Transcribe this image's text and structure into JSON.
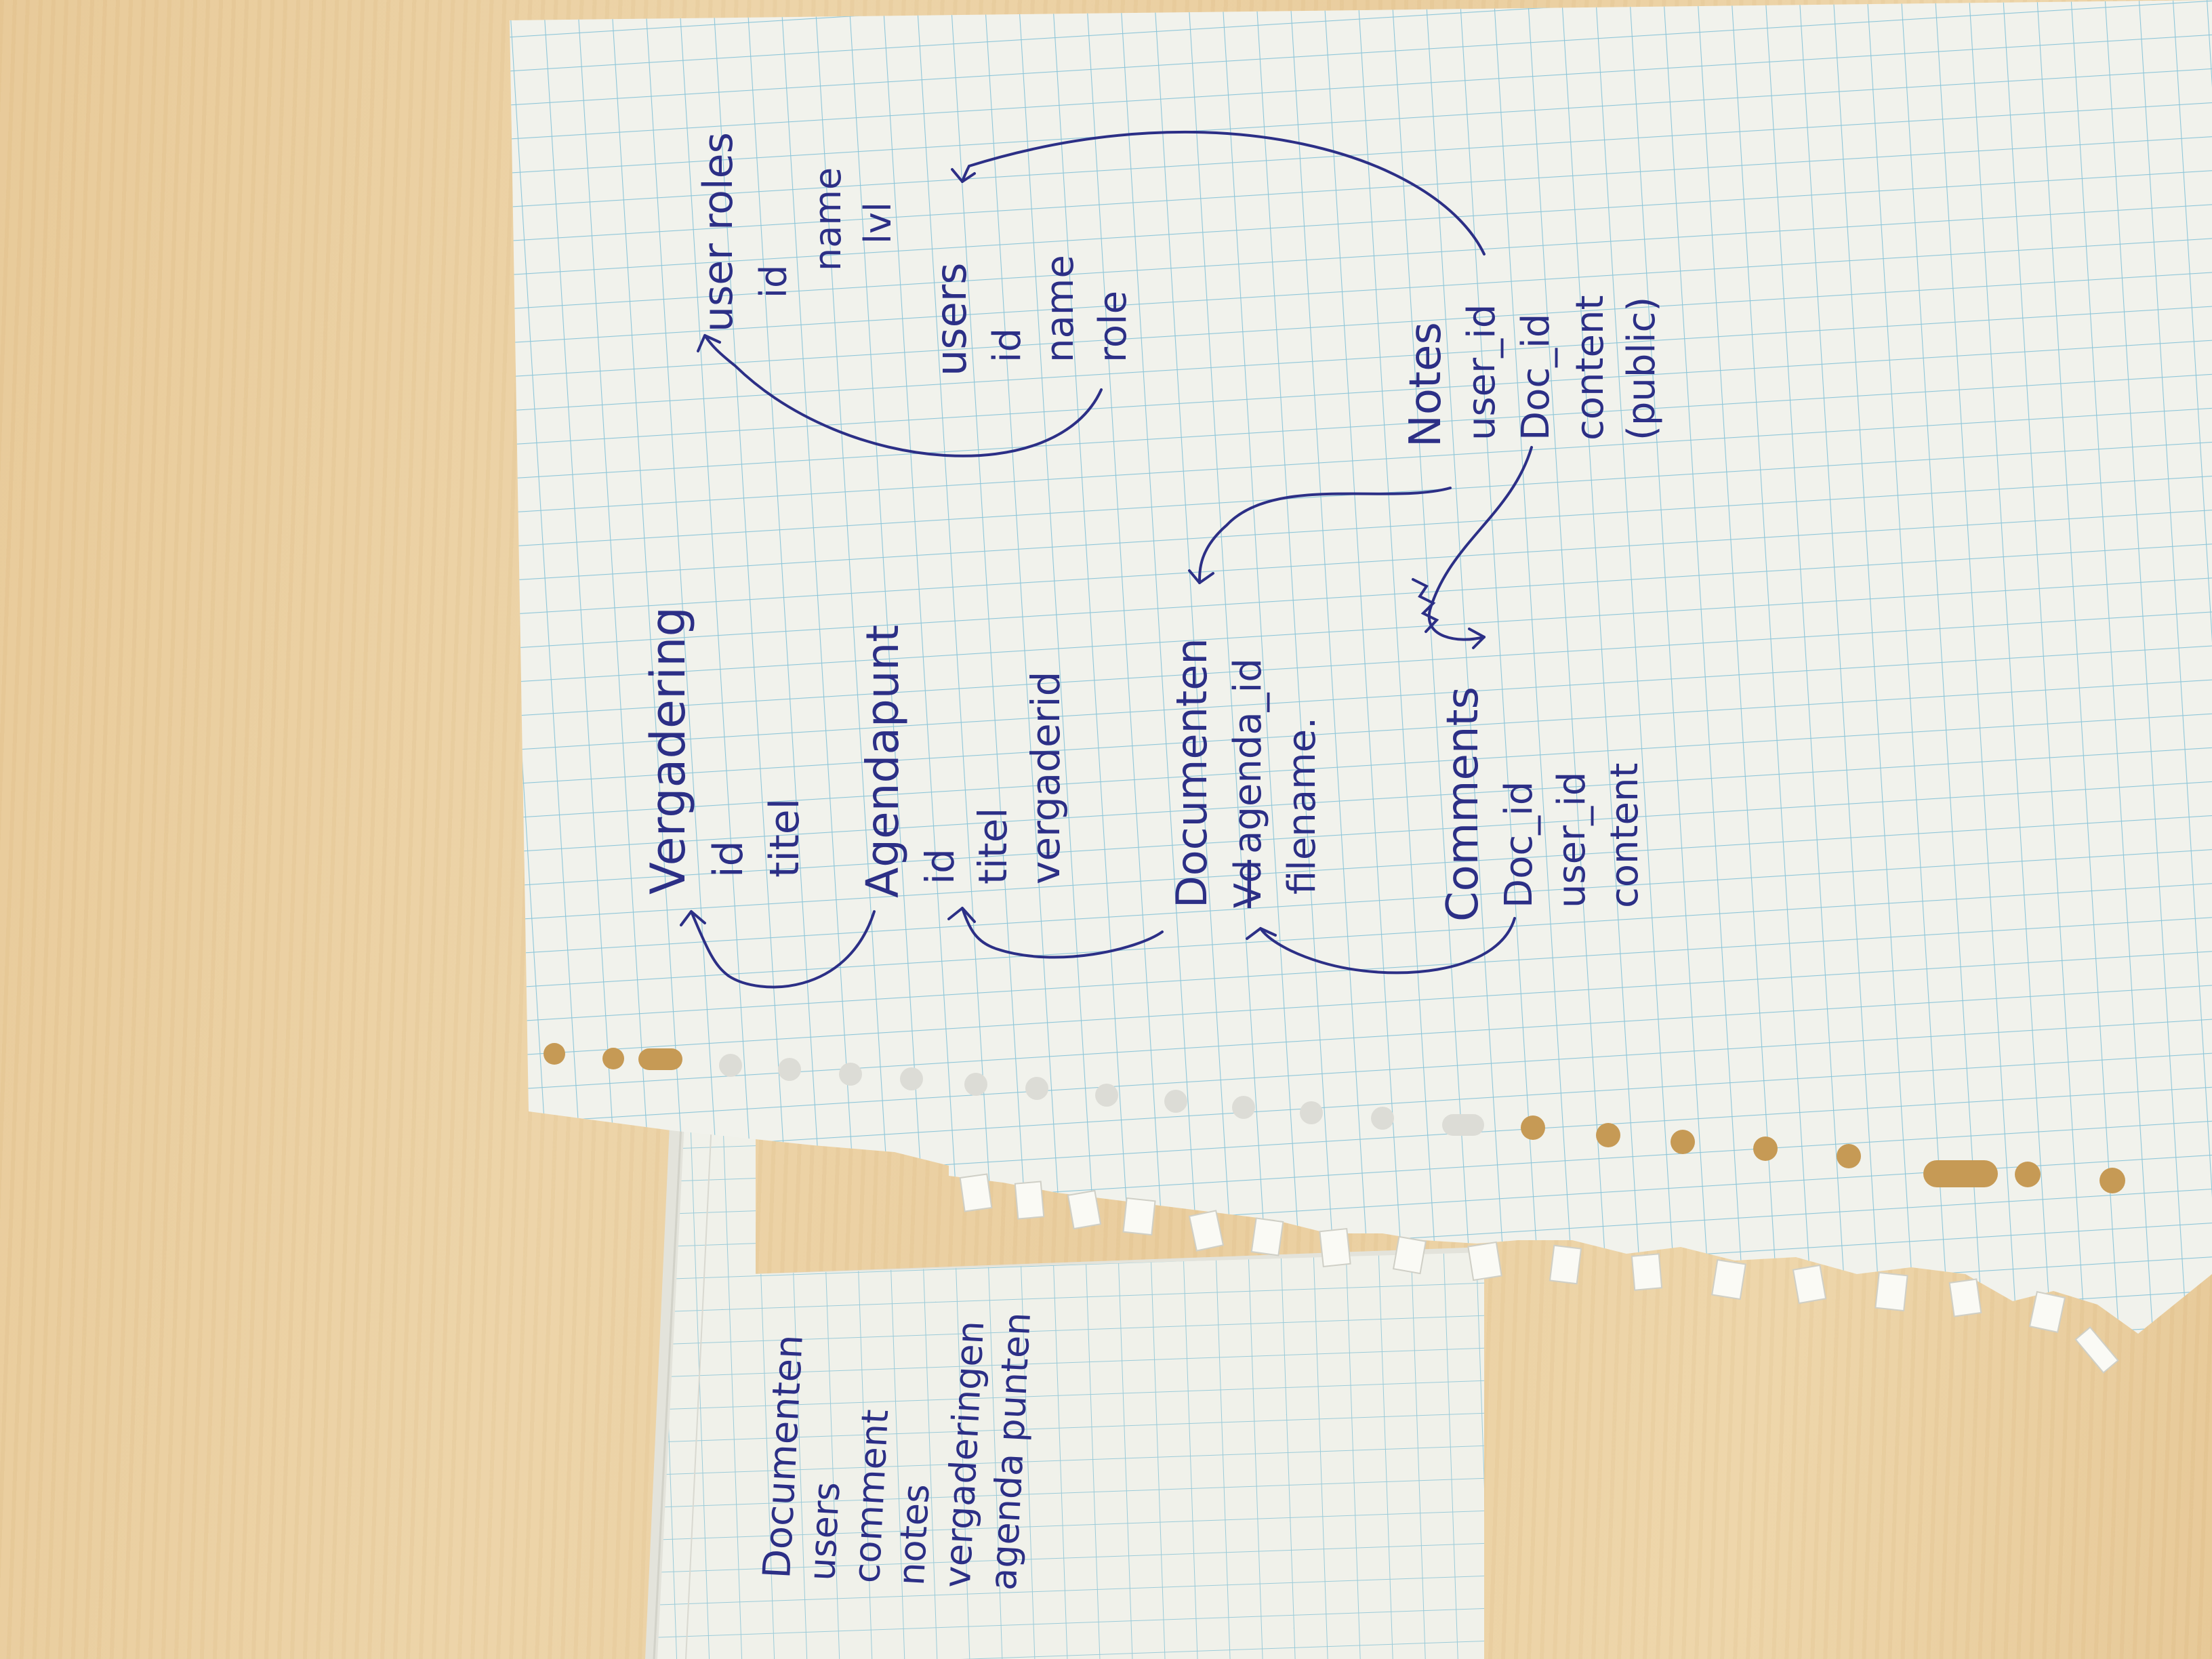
{
  "image": {
    "description": "",
    "colors": {
      "desk": "#eacf9f",
      "paper": "#f1f2ec",
      "grid": "#8fc6d8",
      "ink": "#2c2f86",
      "hole_desk": "#c69a55",
      "hole_paper": "#dcdcd6"
    }
  },
  "main_sheet": {
    "vergadering": {
      "title": "Vergadering",
      "fields": [
        "id",
        "titel"
      ]
    },
    "agendapunt": {
      "title": "Agendapunt",
      "fields": [
        "id",
        "titel",
        "vergaderid"
      ]
    },
    "documenten": {
      "title": "Documenten",
      "strike": "Vd",
      "fields": [
        "agenda_id",
        "filename."
      ]
    },
    "comments": {
      "title": "Comments",
      "fields": [
        "Doc_id",
        "user_id",
        "content"
      ]
    },
    "notes": {
      "title": "Notes",
      "fields": [
        "user_id",
        "Doc_id",
        "content",
        "(public)"
      ]
    },
    "users": {
      "title": "users",
      "fields": [
        "id",
        "name",
        "role"
      ]
    },
    "user_roles": {
      "title": "user roles",
      "fields": [
        "id",
        "name",
        "lvl"
      ]
    }
  },
  "back_sheet": {
    "list": [
      "Documenten",
      "users",
      "comment",
      "notes",
      "vergaderingen",
      "agenda punten"
    ]
  }
}
